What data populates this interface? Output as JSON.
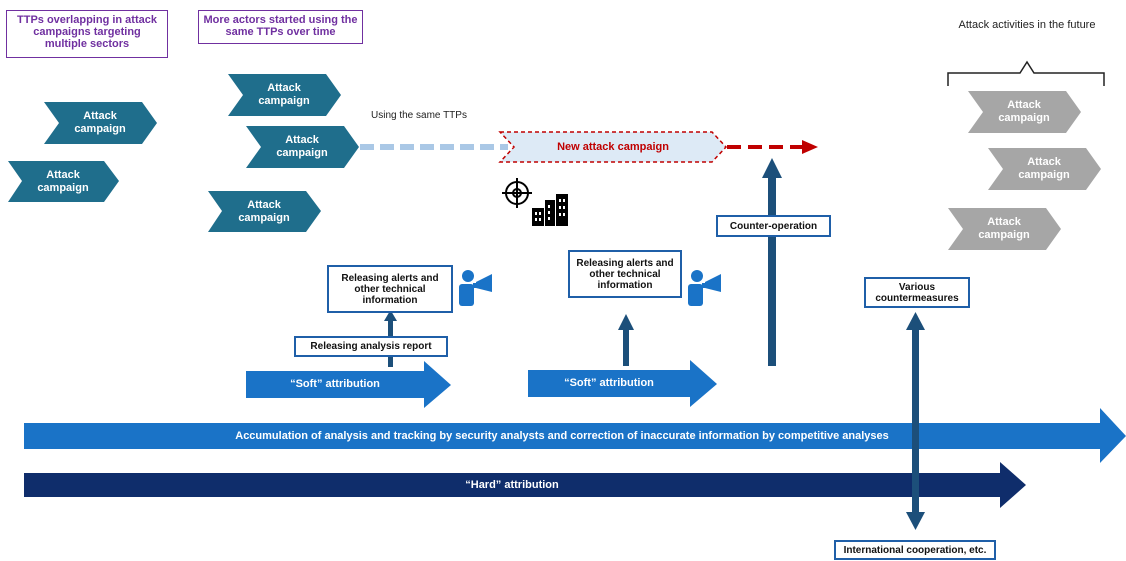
{
  "purple_notes": [
    "TTPs overlapping in attack campaigns targeting multiple sectors",
    "More actors started using the same TTPs over time"
  ],
  "future_label": "Attack activities in the future",
  "campaign_label": "Attack campaign",
  "same_ttps_label": "Using the same TTPs",
  "new_campaign_label": "New attack campaign",
  "counter_operation_label": "Counter-operation",
  "alerts_box_1": "Releasing alerts and other technical information",
  "alerts_box_2": "Releasing alerts and other technical information",
  "analysis_report_label": "Releasing analysis report",
  "soft_attribution_label": "“Soft” attribution",
  "various_countermeasures_label": "Various countermeasures",
  "accumulation_label": "Accumulation  of analysis and tracking by security analysts and correction of inaccurate information by competitive analyses",
  "hard_attribution_label": "“Hard” attribution",
  "international_label": "International cooperation, etc.",
  "colors": {
    "campaign_blue": "#1f6e8c",
    "future_gray": "#a6a6a6",
    "bright_blue": "#1a73c7",
    "navy": "#0f2d6b",
    "dark_blue": "#1c4f7a",
    "red": "#c00000",
    "purple": "#7030a0"
  }
}
